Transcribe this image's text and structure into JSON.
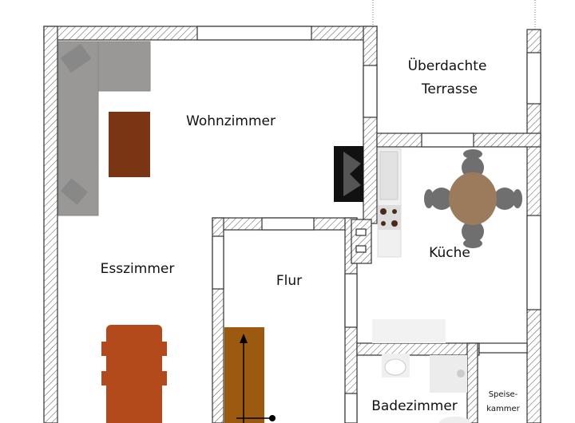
{
  "plan": {
    "rooms": {
      "wohnzimmer": "Wohnzimmer",
      "terrasse_line1": "Überdachte",
      "terrasse_line2": "Terrasse",
      "esszimmer": "Esszimmer",
      "flur": "Flur",
      "kueche": "Küche",
      "badezimmer": "Badezimmer",
      "speise_line1": "Speise-",
      "speise_line2": "kammer"
    },
    "colors": {
      "wall": "#333333",
      "sofa": "#9a9896",
      "coffee_table": "#7a3514",
      "dining_table": "#b34a1c",
      "stairs": "#9b5a10",
      "round_table": "#9b7b5c",
      "chair": "#6f6f6f"
    }
  }
}
